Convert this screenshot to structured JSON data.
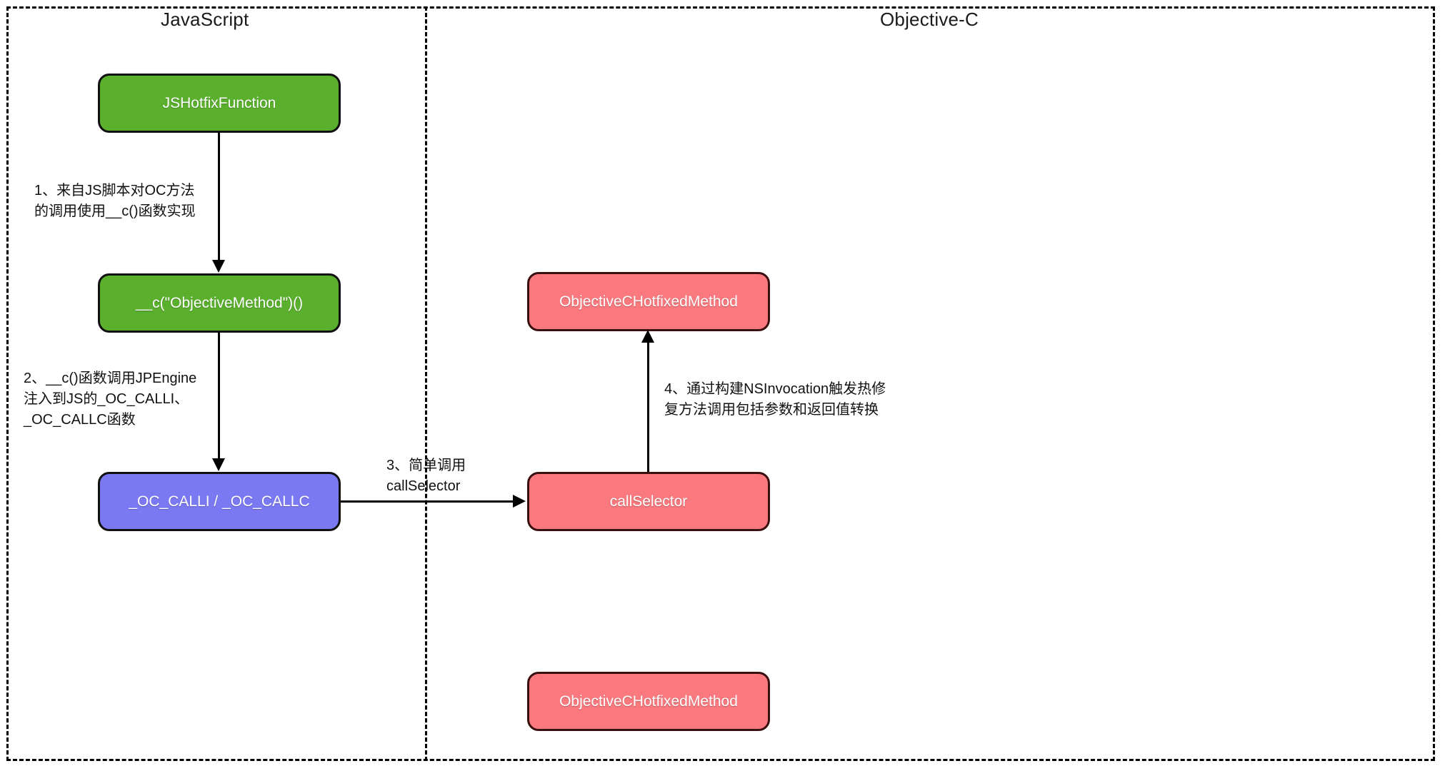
{
  "diagram": {
    "title_js": "JavaScript",
    "title_oc": "Objective-C",
    "colors": {
      "green": "#5aaf2d",
      "blue": "#7b79f2",
      "red": "#f9797e",
      "stroke": "#000000",
      "text_on_node": "#ffffff"
    }
  },
  "nodes": {
    "js_hotfix_function": "JSHotfixFunction",
    "c_objective_method": "__c(\"ObjectiveMethod\")()",
    "oc_calli_callc": "_OC_CALLI / _OC_CALLC",
    "objc_hotfixed_method_top": "ObjectiveCHotfixedMethod",
    "call_selector": "callSelector",
    "objc_hotfixed_method_bottom": "ObjectiveCHotfixedMethod"
  },
  "edges": {
    "step1": "1、来自JS脚本对OC方法\n的调用使用__c()函数实现",
    "step2": "2、__c()函数调用JPEngine\n注入到JS的_OC_CALLI、\n_OC_CALLC函数",
    "step3": "3、简单调用\ncallSelector",
    "step4": "4、通过构建NSInvocation触发热修\n复方法调用包括参数和返回值转换"
  }
}
